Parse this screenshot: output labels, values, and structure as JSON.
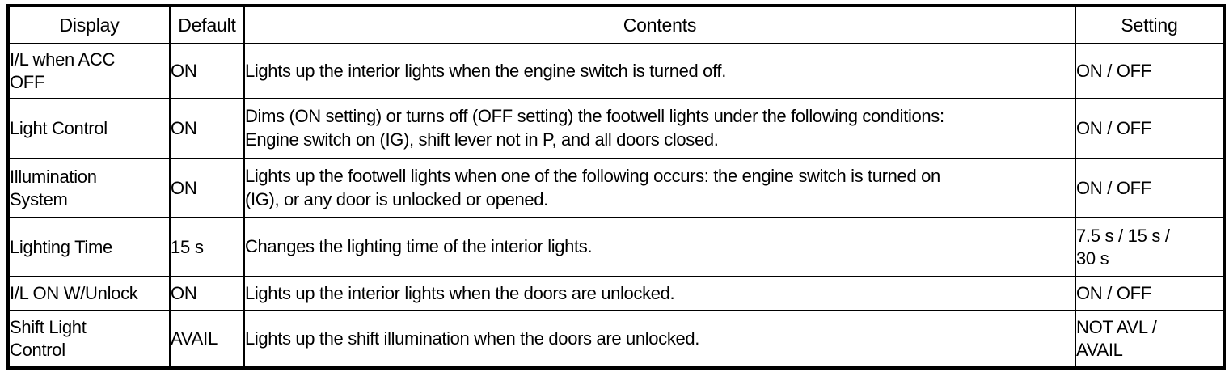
{
  "table": {
    "headers": {
      "display": "Display",
      "default": "Default",
      "contents": "Contents",
      "setting": "Setting"
    },
    "rows": [
      {
        "display_line1": "I/L when ACC",
        "display_line2": "OFF",
        "default": "ON",
        "contents_line1": "Lights up the interior lights when the engine switch is turned off.",
        "contents_line2": "",
        "setting_line1": "ON / OFF",
        "setting_line2": ""
      },
      {
        "display_line1": "Light Control",
        "display_line2": "",
        "default": "ON",
        "contents_line1": "Dims (ON setting) or turns off (OFF setting) the footwell lights under the following conditions:",
        "contents_line2": "Engine switch on (IG), shift lever not in P, and all doors closed.",
        "setting_line1": "ON / OFF",
        "setting_line2": ""
      },
      {
        "display_line1": "Illumination",
        "display_line2": "System",
        "default": "ON",
        "contents_line1": "Lights up the footwell lights when one of the following occurs: the engine switch is turned on",
        "contents_line2": "(IG), or any door is unlocked or opened.",
        "setting_line1": "ON / OFF",
        "setting_line2": ""
      },
      {
        "display_line1": "Lighting Time",
        "display_line2": "",
        "default": "15 s",
        "contents_line1": "Changes the lighting time of the interior lights.",
        "contents_line2": "",
        "setting_line1": "7.5 s / 15 s /",
        "setting_line2": "30 s"
      },
      {
        "display_line1": "I/L ON W/Unlock",
        "display_line2": "",
        "default": "ON",
        "contents_line1": "Lights up the interior lights when the doors are unlocked.",
        "contents_line2": "",
        "setting_line1": "ON / OFF",
        "setting_line2": ""
      },
      {
        "display_line1": "Shift Light",
        "display_line2": "Control",
        "default": "AVAIL",
        "contents_line1": "Lights up the shift illumination when the doors are unlocked.",
        "contents_line2": "",
        "setting_line1": "NOT AVL /",
        "setting_line2": "AVAIL"
      }
    ]
  },
  "colors": {
    "border": "#000000",
    "text": "#000000",
    "background": "#ffffff"
  }
}
